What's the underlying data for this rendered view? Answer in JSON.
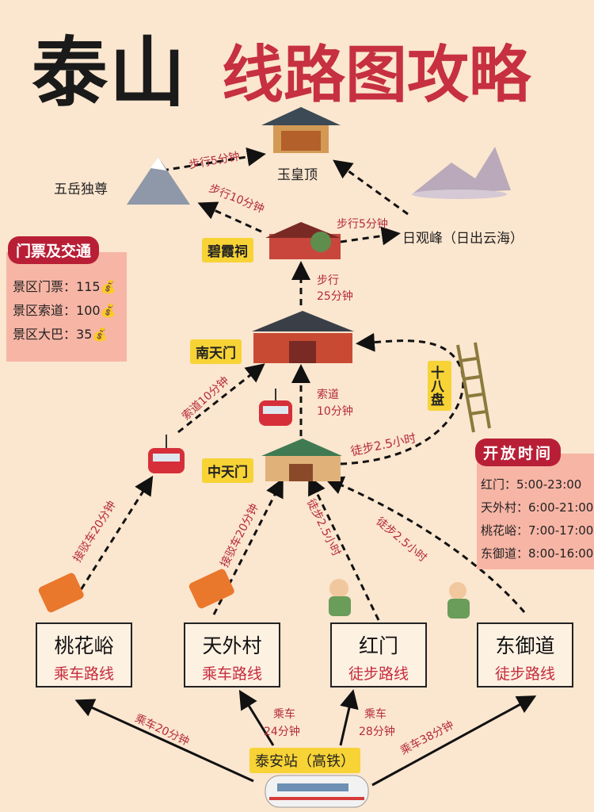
{
  "title": {
    "main": "泰山",
    "sub": "线路图攻略"
  },
  "spots": {
    "yuhuangding": "玉皇顶",
    "wuyuedunzun": "五岳独尊",
    "riguanfeng": "日观峰（日出云海）",
    "bixiaci": "碧霞祠",
    "nantianmen": "南天门",
    "zhongtianmen": "中天门",
    "shibapan": "十八盘",
    "station": "泰安站（高铁）"
  },
  "routes": {
    "wuyue_to_top": "步行5分钟",
    "bixia_to_wuyue": "步行10分钟",
    "bixia_to_riguan": "步行5分钟",
    "nantian_to_bixia_1": "步行",
    "nantian_to_bixia_2": "25分钟",
    "cable_left": "索道10分钟",
    "cable_center_1": "索道",
    "cable_center_2": "10分钟",
    "shibapan_walk": "徒步2.5小时",
    "taohua_bus": "接驳车20分钟",
    "tianwai_bus": "接驳车20分钟",
    "hongmen_walk": "徒步2.5小时",
    "dongyu_walk": "徒步2.5小时",
    "st_taohua": "乘车20分钟",
    "st_tianwai_1": "乘车",
    "st_tianwai_2": "24分钟",
    "st_hongmen_1": "乘车",
    "st_hongmen_2": "28分钟",
    "st_dongyu": "乘车38分钟"
  },
  "entrances": [
    {
      "name": "桃花峪",
      "type": "乘车路线"
    },
    {
      "name": "天外村",
      "type": "乘车路线"
    },
    {
      "name": "红门",
      "type": "徒步路线"
    },
    {
      "name": "东御道",
      "type": "徒步路线"
    }
  ],
  "tickets": {
    "title": "门票及交通",
    "rows": [
      {
        "label": "景区门票：",
        "value": "115"
      },
      {
        "label": "景区索道：",
        "value": "100"
      },
      {
        "label": "景区大巴：",
        "value": "35"
      }
    ]
  },
  "hours": {
    "title": "开放时间",
    "rows": [
      {
        "label": "红门：",
        "value": "5:00-23:00"
      },
      {
        "label": "天外村：",
        "value": "6:00-21:00"
      },
      {
        "label": "桃花峪：",
        "value": "7:00-17:00"
      },
      {
        "label": "东御道：",
        "value": "8:00-16:00"
      }
    ]
  },
  "colors": {
    "accent": "#c63040",
    "label": "#f7d336",
    "panel": "#f7b5a5"
  }
}
